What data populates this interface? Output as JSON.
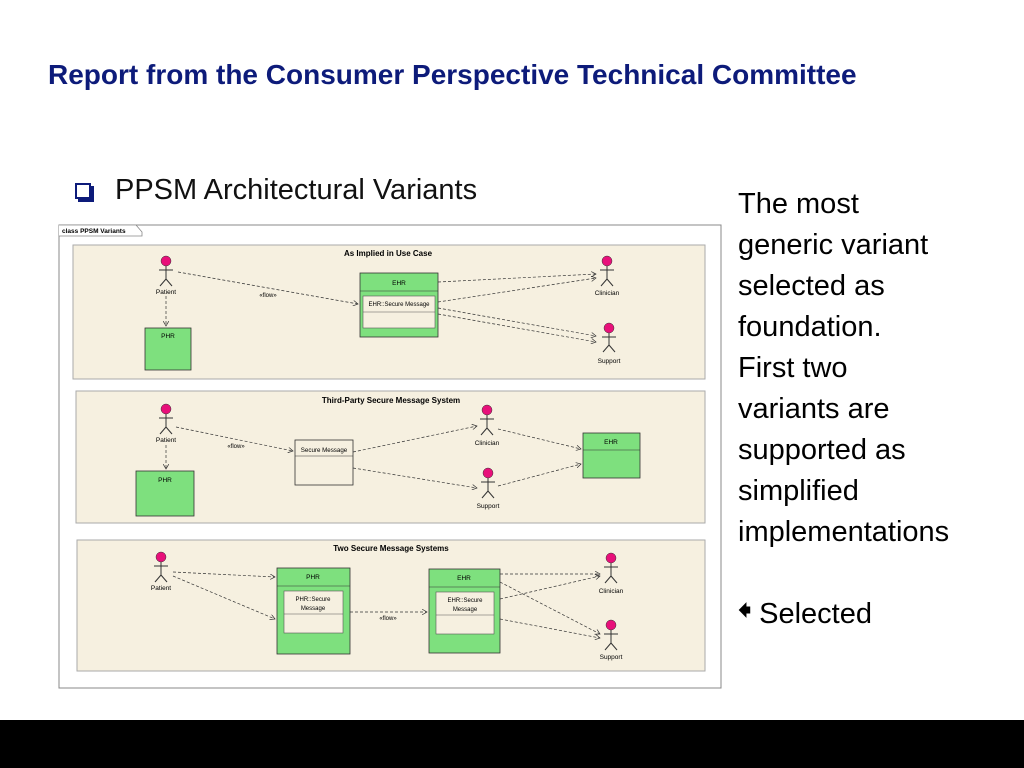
{
  "slide": {
    "title": "Report from the Consumer Perspective Technical Committee",
    "bullet": "PPSM Architectural Variants",
    "side_lines": [
      "The most",
      "generic variant",
      "selected as",
      "foundation.",
      "First two",
      "variants are",
      "supported as",
      "simplified",
      "implementations"
    ],
    "selected_label": "Selected",
    "selected_icon": "left-arrow-icon"
  },
  "diagram": {
    "frame_label": "class PPSM Variants",
    "variants": [
      {
        "title": "As Implied in Use Case",
        "actors": {
          "patient": "Patient",
          "clinician": "Clinician",
          "support": "Support"
        },
        "classes": {
          "phr": "PHR",
          "ehr": "EHR",
          "ehr_inner": "EHR::Secure Message"
        },
        "flow_label": "«flow»"
      },
      {
        "title": "Third-Party Secure Message System",
        "actors": {
          "patient": "Patient",
          "clinician": "Clinician",
          "support": "Support"
        },
        "classes": {
          "phr": "PHR",
          "secure": "Secure Message",
          "ehr": "EHR"
        },
        "flow_label": "«flow»"
      },
      {
        "title": "Two Secure Message Systems",
        "actors": {
          "patient": "Patient",
          "clinician": "Clinician",
          "support": "Support"
        },
        "classes": {
          "phr": "PHR",
          "phr_inner1": "PHR::Secure",
          "phr_inner2": "Message",
          "ehr": "EHR",
          "ehr_inner1": "EHR::Secure",
          "ehr_inner2": "Message"
        },
        "flow_label": "«flow»"
      }
    ],
    "colors": {
      "green": "#7ee07e",
      "panel": "#f6f0e0",
      "actor_head": "#e8107a",
      "title": "#0d1b7a"
    }
  }
}
